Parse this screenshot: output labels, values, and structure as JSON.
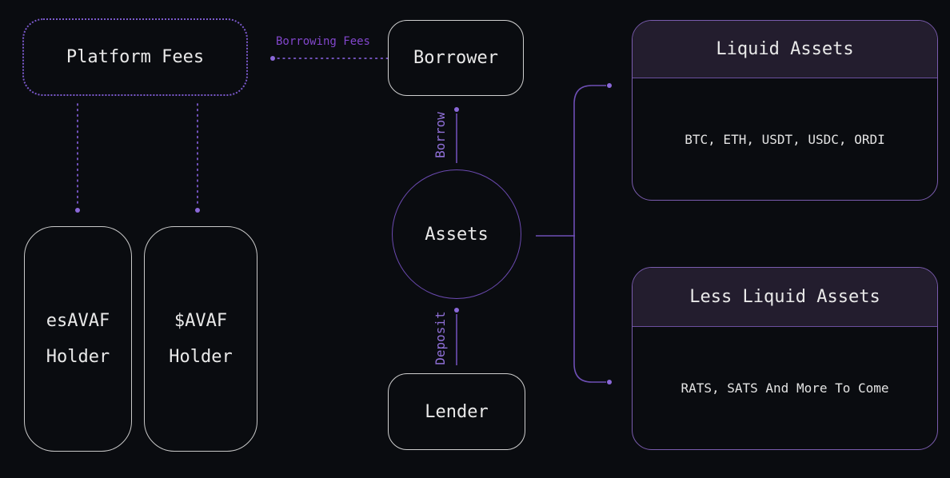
{
  "nodes": {
    "platform_fees": "Platform Fees",
    "borrower": "Borrower",
    "assets": "Assets",
    "lender": "Lender",
    "esavaf_holder": {
      "lines": [
        "esAVAF",
        "Holder"
      ]
    },
    "avaf_holder": {
      "lines": [
        "$AVAF",
        "Holder"
      ]
    }
  },
  "edges": {
    "borrowing_fees_label": "Borrowing Fees",
    "borrow_label": "Borrow",
    "deposit_label": "Deposit"
  },
  "asset_groups": [
    {
      "title": "Liquid Assets",
      "items": "BTC, ETH, USDT, USDC, ORDI"
    },
    {
      "title": "Less Liquid Assets",
      "items": "RATS, SATS And More To Come"
    }
  ],
  "colors": {
    "background": "#0a0c10",
    "text": "#e9e9e9",
    "node_border_gray": "#cfcfcf",
    "accent_purple_border": "#7b59cc",
    "edge_purple": "#6e4fb5",
    "edge_dot_purple": "#8a68d8",
    "edge_label_purple": "#9070d8",
    "borrowing_fees_label_purple": "#8246cc",
    "group_border_purple": "#7a5cae",
    "group_header_bg": "#231d2e"
  }
}
